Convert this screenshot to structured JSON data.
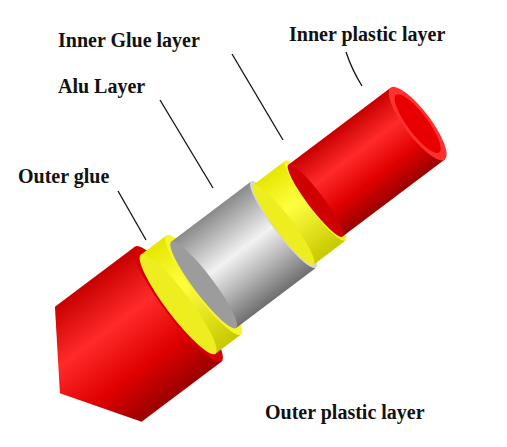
{
  "diagram": {
    "labels": [
      "Inner Glue layer",
      "Inner plastic  layer",
      "Alu Layer",
      "Outer glue",
      "Outer plastic layer"
    ]
  }
}
